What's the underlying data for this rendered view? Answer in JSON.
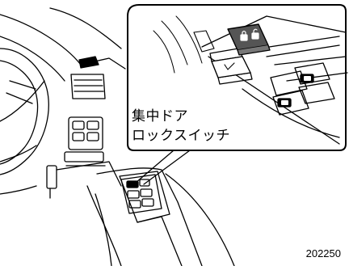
{
  "callout": {
    "line1": "集中ドア",
    "line2": "ロックスイッチ"
  },
  "figure_number": "202250",
  "icons": [
    "lock-icon",
    "unlock-icon",
    "window-switch-icon"
  ],
  "colors": {
    "line": "#000000",
    "highlight": "#555555",
    "background": "#ffffff"
  }
}
